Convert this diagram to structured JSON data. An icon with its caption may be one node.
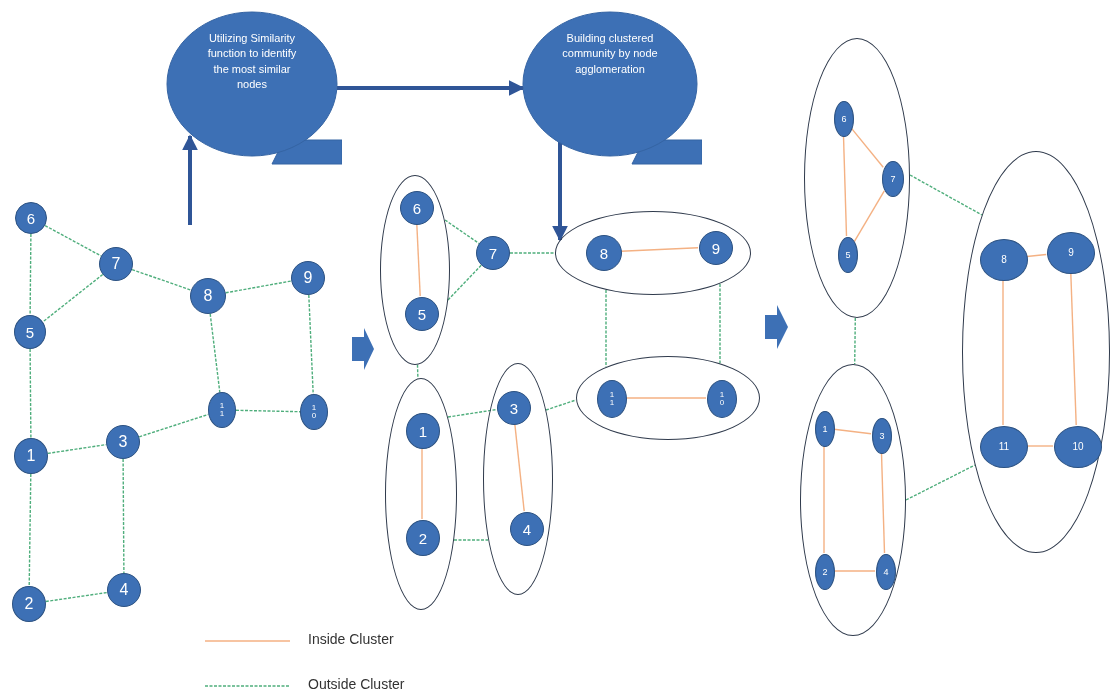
{
  "diagram": {
    "nodes": [
      {
        "text": [
          "Utilizing Similarity function to identify the most similar nodes"
        ]
      },
      {
        "text": [
          "Building clustered community by node agglomeration"
        ]
      },
      {
        "text": [
          "6"
        ]
      },
      {
        "text": [
          "7"
        ]
      },
      {
        "text": [
          "5"
        ]
      },
      {
        "text": [
          "8"
        ]
      },
      {
        "text": [
          "9"
        ]
      },
      {
        "text": [
          "1 1"
        ]
      },
      {
        "text": [
          "1 0"
        ]
      },
      {
        "text": [
          "1"
        ]
      },
      {
        "text": [
          "3"
        ]
      },
      {
        "text": [
          "2"
        ]
      },
      {
        "text": [
          "4"
        ]
      },
      {
        "text": [],
        "shape": "ellipse"
      },
      {
        "text": [
          "6"
        ],
        "in": 13
      },
      {
        "text": [
          "5"
        ],
        "in": 13
      },
      {
        "text": [
          "7"
        ]
      },
      {
        "text": [],
        "shape": "ellipse"
      },
      {
        "text": [
          "8"
        ],
        "in": 17
      },
      {
        "text": [
          "9"
        ],
        "in": 17
      },
      {
        "text": [],
        "shape": "ellipse"
      },
      {
        "text": [
          "1 1"
        ],
        "in": 20
      },
      {
        "text": [
          "1 0"
        ],
        "in": 20
      },
      {
        "text": [],
        "shape": "ellipse"
      },
      {
        "text": [
          "1"
        ],
        "in": 23
      },
      {
        "text": [
          "2"
        ],
        "in": 23
      },
      {
        "text": [],
        "shape": "ellipse"
      },
      {
        "text": [
          "3"
        ],
        "in": 26
      },
      {
        "text": [
          "4"
        ],
        "in": 26
      },
      {
        "text": [],
        "shape": "ellipse"
      },
      {
        "text": [
          "6"
        ],
        "in": 29
      },
      {
        "text": [
          "7"
        ],
        "in": 29
      },
      {
        "text": [
          "5"
        ],
        "in": 29
      },
      {
        "text": [],
        "shape": "ellipse"
      },
      {
        "text": [
          "8"
        ],
        "in": 33
      },
      {
        "text": [
          "9"
        ],
        "in": 33
      },
      {
        "text": [
          "11"
        ],
        "in": 33
      },
      {
        "text": [
          "10"
        ],
        "in": 33
      },
      {
        "text": [],
        "shape": "ellipse"
      },
      {
        "text": [
          "1"
        ],
        "in": 38
      },
      {
        "text": [
          "3"
        ],
        "in": 38
      },
      {
        "text": [
          "2"
        ],
        "in": 38
      },
      {
        "text": [
          "4"
        ],
        "in": 38
      }
    ],
    "edges": [
      {
        "from": null,
        "to": 0,
        "arrow": "to",
        "style": "thick",
        "color": "#2f5597"
      },
      {
        "from": 0,
        "to": 1,
        "arrow": "to",
        "style": "thick",
        "color": "#2f5597"
      },
      {
        "from": 1,
        "to": 17,
        "arrow": "to",
        "style": "thick",
        "color": "#2f5597"
      },
      {
        "from": 2,
        "to": 3,
        "arrow": "none",
        "style": "dashed"
      },
      {
        "from": 2,
        "to": 4,
        "arrow": "none",
        "style": "dashed"
      },
      {
        "from": 3,
        "to": 4,
        "arrow": "none",
        "style": "dashed"
      },
      {
        "from": 3,
        "to": 5,
        "arrow": "none",
        "style": "dashed"
      },
      {
        "from": 5,
        "to": 6,
        "arrow": "none",
        "style": "dashed"
      },
      {
        "from": 5,
        "to": 7,
        "arrow": "none",
        "style": "dashed"
      },
      {
        "from": 6,
        "to": 8,
        "arrow": "none",
        "style": "dashed"
      },
      {
        "from": 7,
        "to": 8,
        "arrow": "none",
        "style": "dashed"
      },
      {
        "from": 10,
        "to": 7,
        "arrow": "none",
        "style": "dashed"
      },
      {
        "from": 9,
        "to": 10,
        "arrow": "none",
        "style": "dashed"
      },
      {
        "from": 4,
        "to": 9,
        "arrow": "none",
        "style": "dashed"
      },
      {
        "from": 9,
        "to": 11,
        "arrow": "none",
        "style": "dashed"
      },
      {
        "from": 10,
        "to": 12,
        "arrow": "none",
        "style": "dashed"
      },
      {
        "from": 11,
        "to": 12,
        "arrow": "none",
        "style": "dashed"
      },
      {
        "from": 13,
        "to": 16,
        "arrow": "none",
        "style": "dashed"
      },
      {
        "from": 13,
        "to": 16,
        "arrow": "none",
        "style": "dashed"
      },
      {
        "from": 14,
        "to": 15,
        "arrow": "none",
        "color": "#f4b183"
      },
      {
        "from": 16,
        "to": 17,
        "arrow": "none",
        "style": "dashed"
      },
      {
        "from": 18,
        "to": 19,
        "arrow": "none",
        "color": "#f4b183"
      },
      {
        "from": 17,
        "to": 20,
        "arrow": "none",
        "style": "dashed"
      },
      {
        "from": 17,
        "to": 20,
        "arrow": "none",
        "style": "dashed"
      },
      {
        "from": 21,
        "to": 22,
        "arrow": "none",
        "color": "#f4b183"
      },
      {
        "from": 13,
        "to": 23,
        "arrow": "none",
        "style": "dashed"
      },
      {
        "from": 23,
        "to": 27,
        "arrow": "none",
        "style": "dashed"
      },
      {
        "from": 23,
        "to": 26,
        "arrow": "none",
        "style": "dashed"
      },
      {
        "from": 24,
        "to": 25,
        "arrow": "none",
        "color": "#f4b183"
      },
      {
        "from": 27,
        "to": 28,
        "arrow": "none",
        "color": "#f4b183"
      },
      {
        "from": 26,
        "to": 20,
        "arrow": "none",
        "style": "dashed"
      },
      {
        "from": 30,
        "to": 31,
        "arrow": "none",
        "color": "#f4b183"
      },
      {
        "from": 30,
        "to": 32,
        "arrow": "none",
        "color": "#f4b183"
      },
      {
        "from": 31,
        "to": 32,
        "arrow": "none",
        "color": "#f4b183"
      },
      {
        "from": 29,
        "to": 33,
        "arrow": "none",
        "style": "dashed"
      },
      {
        "from": 29,
        "to": 38,
        "arrow": "none",
        "style": "dashed"
      },
      {
        "from": 34,
        "to": 35,
        "arrow": "none",
        "color": "#f4b183"
      },
      {
        "from": 34,
        "to": 36,
        "arrow": "none",
        "color": "#f4b183"
      },
      {
        "from": 35,
        "to": 37,
        "arrow": "none",
        "color": "#f4b183"
      },
      {
        "from": 36,
        "to": 37,
        "arrow": "none",
        "color": "#f4b183"
      },
      {
        "from": 39,
        "to": 40,
        "arrow": "none",
        "color": "#f4b183"
      },
      {
        "from": 39,
        "to": 41,
        "arrow": "none",
        "color": "#f4b183"
      },
      {
        "from": 40,
        "to": 42,
        "arrow": "none",
        "color": "#f4b183"
      },
      {
        "from": 41,
        "to": 42,
        "arrow": "none",
        "color": "#f4b183"
      },
      {
        "from": 38,
        "to": 33,
        "arrow": "none",
        "style": "dashed"
      }
    ],
    "legend": [
      {
        "text": "Inside Cluster"
      },
      {
        "text": "Outside Cluster"
      }
    ]
  }
}
